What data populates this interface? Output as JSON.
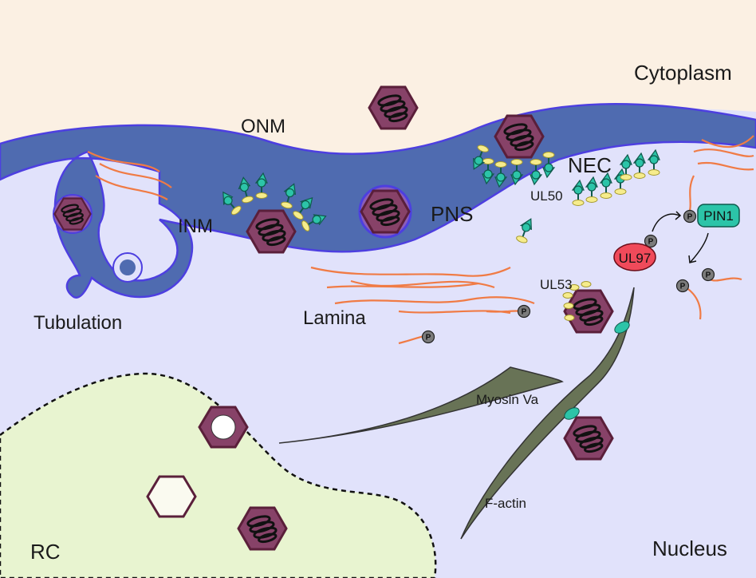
{
  "labels": {
    "cytoplasm": "Cytoplasm",
    "onm": "ONM",
    "nec": "NEC",
    "inm": "INM",
    "pns": "PNS",
    "ul50": "UL50",
    "ul53": "UL53",
    "lamina": "Lamina",
    "tubulation": "Tubulation",
    "myosin": "Myosin Va",
    "factin": "F-actin",
    "rc": "RC",
    "nucleus": "Nucleus",
    "ul97": "UL97",
    "pin1": "PIN1",
    "phospho": "P"
  },
  "colors": {
    "cytoplasm": "#fbf0e3",
    "nucleus": "#e1e2fb",
    "envelope": "#4f6bb0",
    "envelope_edge": "#4d3fe0",
    "rc": "#e8f4d0",
    "capsid_fill": "#874268",
    "capsid_edge": "#5a1f3a",
    "lamina": "#f07b45",
    "actin": "#687356",
    "teal": "#2cc4a8",
    "yellow": "#f6ec8c",
    "ul97": "#f04a5a",
    "pin1": "#2cc4a8",
    "phospho": "#7b7b7b"
  }
}
